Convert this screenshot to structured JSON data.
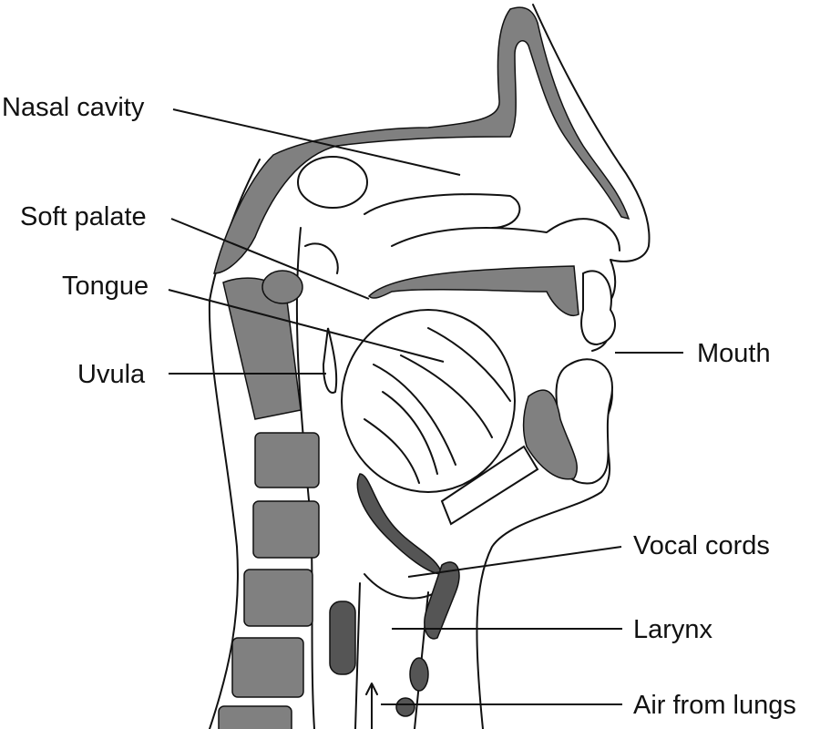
{
  "diagram": {
    "type": "anatomy-cross-section",
    "labels": {
      "nasal_cavity": "Nasal cavity",
      "soft_palate": "Soft palate",
      "tongue": "Tongue",
      "uvula": "Uvula",
      "mouth": "Mouth",
      "vocal_cords": "Vocal cords",
      "larynx": "Larynx",
      "air_from_lungs": "Air from lungs"
    },
    "colors": {
      "bone": "#808080",
      "cartilage": "#555555",
      "outline": "#111111"
    }
  }
}
